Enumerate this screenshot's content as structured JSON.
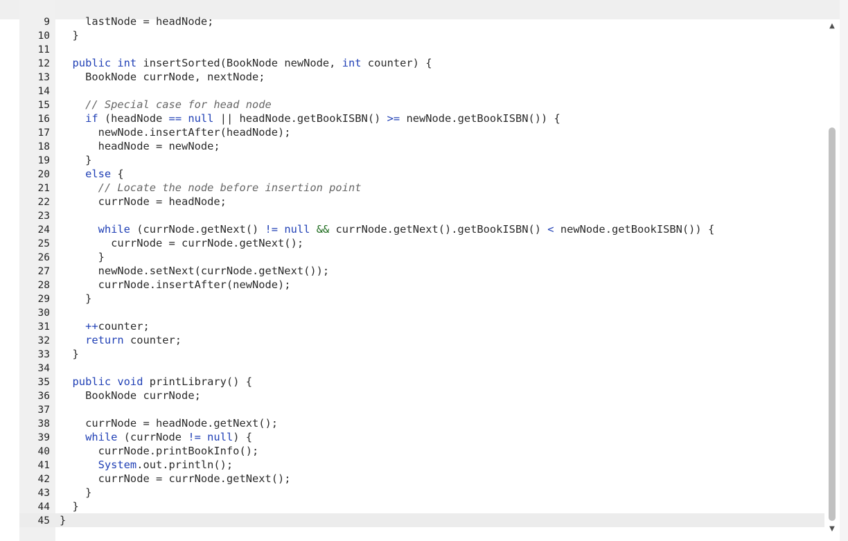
{
  "editor": {
    "lines": [
      {
        "num": "9",
        "parts": [
          [
            "",
            "    lastNode = headNode;"
          ]
        ]
      },
      {
        "num": "10",
        "parts": [
          [
            "",
            "  }"
          ]
        ]
      },
      {
        "num": "11",
        "parts": [
          [
            "",
            ""
          ]
        ]
      },
      {
        "num": "12",
        "parts": [
          [
            "kw",
            "  public int "
          ],
          [
            "",
            "insertSorted(BookNode newNode, "
          ],
          [
            "kw",
            "int"
          ],
          [
            "",
            " counter) {"
          ]
        ]
      },
      {
        "num": "13",
        "parts": [
          [
            "",
            "    BookNode currNode, nextNode;"
          ]
        ]
      },
      {
        "num": "14",
        "parts": [
          [
            "",
            ""
          ]
        ]
      },
      {
        "num": "15",
        "parts": [
          [
            "cm",
            "    // Special case for head node"
          ]
        ]
      },
      {
        "num": "16",
        "parts": [
          [
            "kw",
            "    if"
          ],
          [
            "",
            " (headNode "
          ],
          [
            "kw",
            "=="
          ],
          [
            "kw",
            " null"
          ],
          [
            "",
            " || headNode.getBookISBN() "
          ],
          [
            "kw",
            ">="
          ],
          [
            "",
            " newNode.getBookISBN()) {"
          ]
        ]
      },
      {
        "num": "17",
        "parts": [
          [
            "",
            "      newNode.insertAfter(headNode);"
          ]
        ]
      },
      {
        "num": "18",
        "parts": [
          [
            "",
            "      headNode = newNode;"
          ]
        ]
      },
      {
        "num": "19",
        "parts": [
          [
            "",
            "    }"
          ]
        ]
      },
      {
        "num": "20",
        "parts": [
          [
            "kw",
            "    else"
          ],
          [
            "",
            " {"
          ]
        ]
      },
      {
        "num": "21",
        "parts": [
          [
            "cm",
            "      // Locate the node before insertion point"
          ]
        ]
      },
      {
        "num": "22",
        "parts": [
          [
            "",
            "      currNode = headNode;"
          ]
        ]
      },
      {
        "num": "23",
        "parts": [
          [
            "",
            ""
          ]
        ]
      },
      {
        "num": "24",
        "parts": [
          [
            "kw",
            "      while"
          ],
          [
            "",
            " (currNode.getNext() "
          ],
          [
            "kw",
            "!="
          ],
          [
            "kw",
            " null"
          ],
          [
            "and",
            " &&"
          ],
          [
            "",
            " currNode.getNext().getBookISBN() "
          ],
          [
            "kw",
            "<"
          ],
          [
            "",
            " newNode.getBookISBN()) {"
          ]
        ]
      },
      {
        "num": "25",
        "parts": [
          [
            "",
            "        currNode = currNode.getNext();"
          ]
        ]
      },
      {
        "num": "26",
        "parts": [
          [
            "",
            "      }"
          ]
        ]
      },
      {
        "num": "27",
        "parts": [
          [
            "",
            "      newNode.setNext(currNode.getNext());"
          ]
        ]
      },
      {
        "num": "28",
        "parts": [
          [
            "",
            "      currNode.insertAfter(newNode);"
          ]
        ]
      },
      {
        "num": "29",
        "parts": [
          [
            "",
            "    }"
          ]
        ]
      },
      {
        "num": "30",
        "parts": [
          [
            "",
            ""
          ]
        ]
      },
      {
        "num": "31",
        "parts": [
          [
            "kw",
            "    ++"
          ],
          [
            "",
            "counter;"
          ]
        ]
      },
      {
        "num": "32",
        "parts": [
          [
            "kw",
            "    return"
          ],
          [
            "",
            " counter;"
          ]
        ]
      },
      {
        "num": "33",
        "parts": [
          [
            "",
            "  }"
          ]
        ]
      },
      {
        "num": "34",
        "parts": [
          [
            "",
            ""
          ]
        ]
      },
      {
        "num": "35",
        "parts": [
          [
            "kw",
            "  public void "
          ],
          [
            "",
            "printLibrary() {"
          ]
        ]
      },
      {
        "num": "36",
        "parts": [
          [
            "",
            "    BookNode currNode;"
          ]
        ]
      },
      {
        "num": "37",
        "parts": [
          [
            "",
            ""
          ]
        ]
      },
      {
        "num": "38",
        "parts": [
          [
            "",
            "    currNode = headNode.getNext();"
          ]
        ]
      },
      {
        "num": "39",
        "parts": [
          [
            "kw",
            "    while"
          ],
          [
            "",
            " (currNode "
          ],
          [
            "kw",
            "!="
          ],
          [
            "kw",
            " null"
          ],
          [
            "",
            ") {"
          ]
        ]
      },
      {
        "num": "40",
        "parts": [
          [
            "",
            "      currNode.printBookInfo();"
          ]
        ]
      },
      {
        "num": "41",
        "parts": [
          [
            "sys",
            "      System"
          ],
          [
            "",
            ".out.println();"
          ]
        ]
      },
      {
        "num": "42",
        "parts": [
          [
            "",
            "      currNode = currNode.getNext();"
          ]
        ]
      },
      {
        "num": "43",
        "parts": [
          [
            "",
            "    }"
          ]
        ]
      },
      {
        "num": "44",
        "parts": [
          [
            "",
            "  }"
          ]
        ]
      },
      {
        "num": "45",
        "parts": [
          [
            "",
            "}"
          ]
        ],
        "active": true
      }
    ]
  },
  "scrollbar": {
    "up_arrow": "▲",
    "down_arrow": "▼"
  }
}
